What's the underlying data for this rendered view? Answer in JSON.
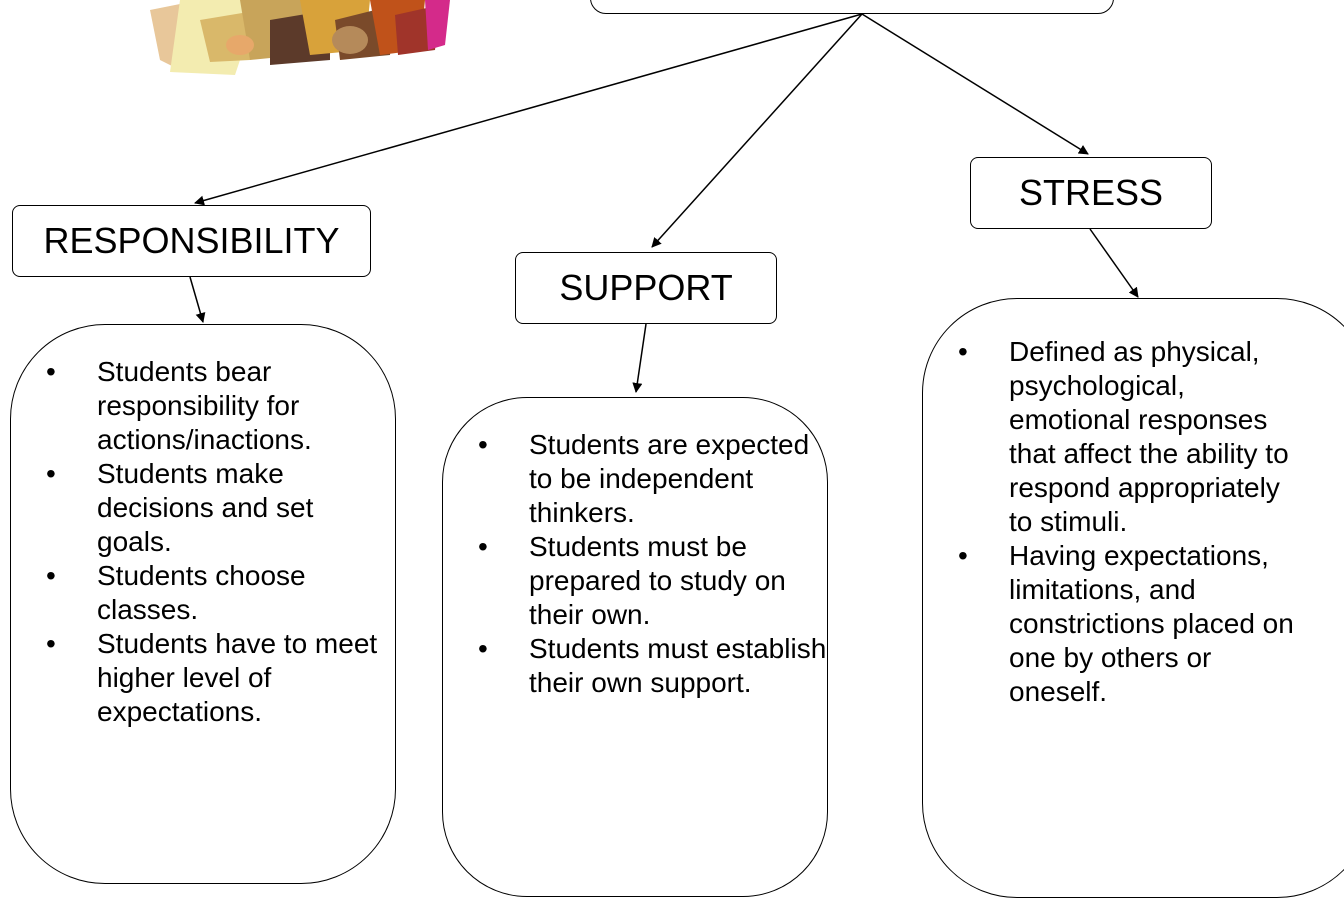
{
  "nodes": {
    "responsibility": {
      "title": "RESPONSIBILITY",
      "bullets": [
        "Students bear responsibility for actions/inactions.",
        "Students make decisions and  set goals.",
        "Students choose classes.",
        "Students have to meet higher level of expectations."
      ]
    },
    "support": {
      "title": "SUPPORT",
      "bullets": [
        "Students are expected to be independent thinkers.",
        "Students must be prepared to study on their own.",
        "Students must establish their own support."
      ]
    },
    "stress": {
      "title": "STRESS",
      "bullets": [
        "Defined as physical, psychological, emotional responses that affect the ability to respond appropriately to stimuli.",
        "Having expectations, limitations, and constrictions placed on one by others or oneself."
      ]
    }
  }
}
